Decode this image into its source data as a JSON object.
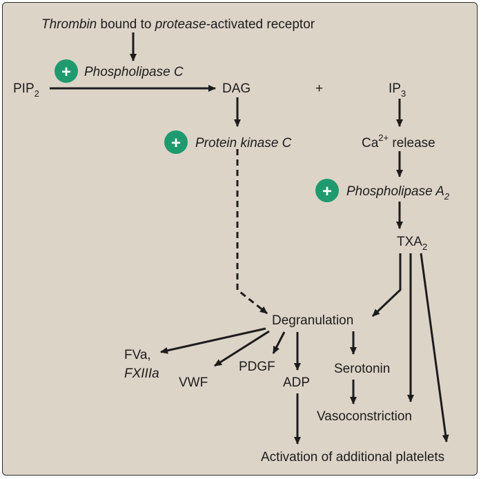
{
  "title": {
    "thrombin": "Thrombin",
    "bound_to": " bound to ",
    "protease": "protease",
    "receptor": "-activated receptor"
  },
  "nodes": {
    "pip2_base": "PIP",
    "pip2_sub": "2",
    "phospholipase_c": "Phospholipase C",
    "dag": "DAG",
    "plus": "+",
    "ip3_base": "IP",
    "ip3_sub": "3",
    "protein_kinase_c": "Protein kinase C",
    "ca_base": "Ca",
    "ca_sup": "2+",
    "ca_rest": " release",
    "phospholipase_a2_base": "Phospholipase A",
    "phospholipase_a2_sub": "2",
    "txa2_base": "TXA",
    "txa2_sub": "2",
    "degranulation": "Degranulation",
    "fva": "FVa,",
    "fxiiia": "FXIIIa",
    "vwf": "VWF",
    "pdgf": "PDGF",
    "adp": "ADP",
    "serotonin": "Serotonin",
    "vasoconstriction": "Vasoconstriction",
    "activation": "Activation of additional platelets"
  },
  "activator_symbol": "+",
  "colors": {
    "panel_bg": "#ddd4c8",
    "activator_green": "#1f9a6e",
    "arrow": "#1c1c1c"
  }
}
